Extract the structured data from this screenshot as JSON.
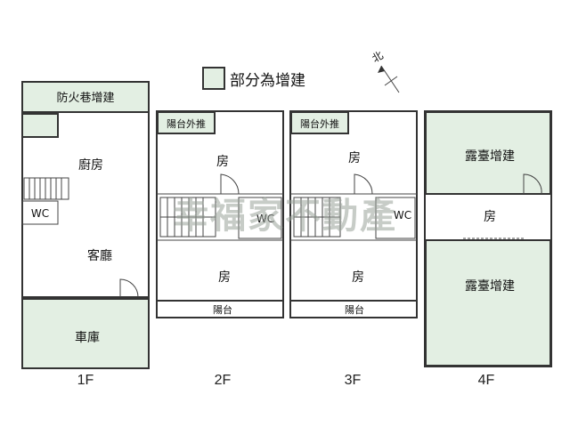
{
  "legend": {
    "text": "部分為增建",
    "swatch_color": "#e3efe3"
  },
  "compass": {
    "label": "北"
  },
  "watermark": "幸福家不動產",
  "floor_1": {
    "label": "1F",
    "alley_extension": "防火巷增建",
    "kitchen": "廚房",
    "wc": "WC",
    "living_room": "客廳",
    "garage": "車庫"
  },
  "floor_2": {
    "label": "2F",
    "balcony_extended": "陽台外推",
    "room_top": "房",
    "wc": "WC",
    "room_bottom": "房",
    "balcony": "陽台"
  },
  "floor_3": {
    "label": "3F",
    "balcony_extended": "陽台外推",
    "room_top": "房",
    "wc": "WC",
    "room_bottom": "房",
    "balcony": "陽台"
  },
  "floor_4": {
    "label": "4F",
    "terrace_top": "露臺增建",
    "room": "房",
    "terrace_bottom": "露臺增建"
  }
}
